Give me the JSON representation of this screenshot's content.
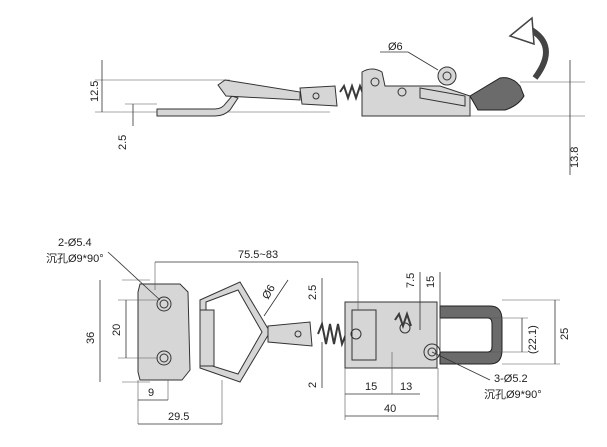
{
  "side_view": {
    "dim_diameter_top": "Ø6",
    "dim_height_left": "12.5",
    "dim_height_small": "2.5",
    "dim_height_right": "13.8"
  },
  "top_view": {
    "hole_spec_left_line1": "2-Ø5.4",
    "hole_spec_left_line2": "沉孔Ø9*90°",
    "dim_overall_length": "75.5~83",
    "dim_diameter_wire": "Ø6",
    "dim_2_5": "2.5",
    "dim_7_5": "7.5",
    "dim_15_vertical": "15",
    "dim_36": "36",
    "dim_20": "20",
    "dim_2": "2",
    "dim_15": "15",
    "dim_13": "13",
    "dim_9": "9",
    "dim_29_5": "29.5",
    "dim_40": "40",
    "dim_22_1": "(22.1)",
    "dim_25": "25",
    "hole_spec_right_line1": "3-Ø5.2",
    "hole_spec_right_line2": "沉孔Ø9*90°"
  },
  "colors": {
    "metal": "#d6d6d6",
    "rubber_grip": "#6b6b6b",
    "spring": "#3a3a3a"
  }
}
